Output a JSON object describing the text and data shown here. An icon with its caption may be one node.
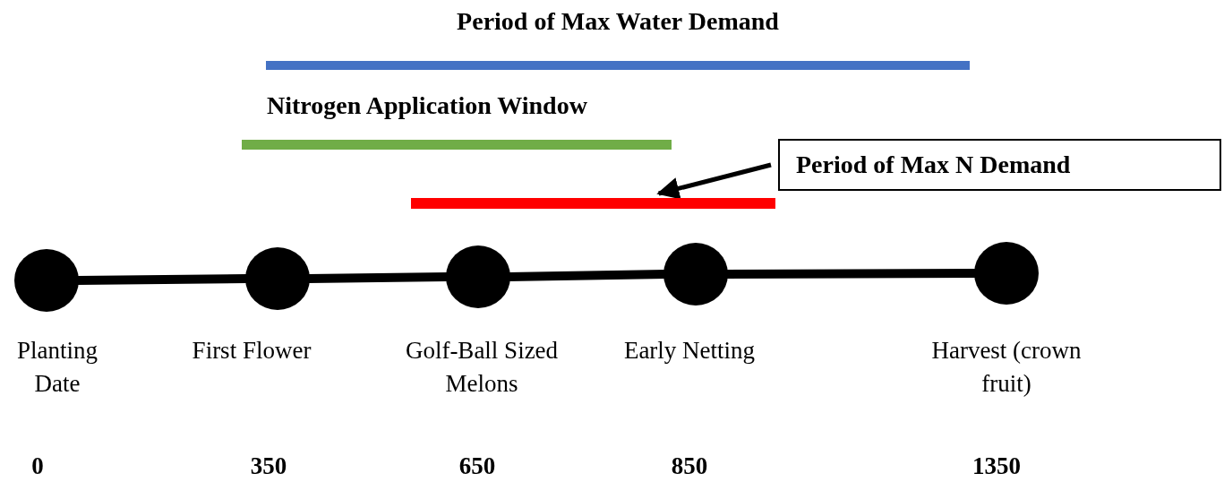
{
  "diagram": {
    "nodes": [
      {
        "text": [
          "Period of Max Water Demand"
        ]
      },
      {
        "text": [
          "Nitrogen Application Window"
        ]
      },
      {
        "text": [
          "Period of Max N Demand"
        ]
      },
      {
        "text": [],
        "shape": "bar"
      },
      {
        "text": [],
        "shape": "circle",
        "beside": [
          "Planting Date"
        ]
      },
      {
        "text": [],
        "shape": "circle",
        "beside": [
          "First Flower"
        ]
      },
      {
        "text": [],
        "shape": "circle",
        "beside": [
          "Golf-Ball Sized Melons"
        ]
      },
      {
        "text": [],
        "shape": "circle",
        "beside": [
          "Early Netting"
        ]
      },
      {
        "text": [],
        "shape": "circle",
        "beside": [
          "Harvest (crown fruit)"
        ]
      }
    ],
    "labels": [
      "0",
      "350",
      "650",
      "850",
      "1350"
    ],
    "edges": [
      {
        "from": 2,
        "to": 3,
        "arrow": "to"
      },
      {
        "from": 4,
        "to": 5,
        "arrow": "none"
      },
      {
        "from": 5,
        "to": 6,
        "arrow": "none"
      },
      {
        "from": 6,
        "to": 7,
        "arrow": "none"
      },
      {
        "from": 7,
        "to": 8,
        "arrow": "none"
      }
    ]
  }
}
